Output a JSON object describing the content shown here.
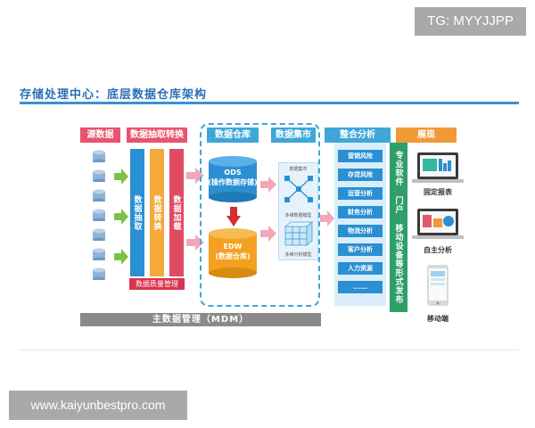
{
  "watermark_top": "TG: MYYJJPP",
  "watermark_bottom": "www.kaiyunbestpro.com",
  "title": "存储处理中心：底层数据仓库架构",
  "headers": {
    "source": "源数据",
    "etl": "数据抽取转换",
    "warehouse": "数据仓库",
    "mart": "数据集市",
    "analysis": "整合分析",
    "show": "展现"
  },
  "etl_steps": [
    "数据抽取",
    "数据转换",
    "数据加载"
  ],
  "data_quality": "数据质量管理",
  "mdm": "主数据管理（MDM）",
  "ods": {
    "name": "ODS",
    "desc": "(操作数据存储)"
  },
  "edw": {
    "name": "EDW",
    "desc": "(数据仓库)"
  },
  "mart": {
    "top_label": "数据集市",
    "mid_label": "多维数据模型",
    "bottom_label": "多维分析模型"
  },
  "analysis_items": [
    "营销风险",
    "存贷风险",
    "运营分析",
    "财务分析",
    "物流分析",
    "客户分析",
    "人力资源",
    "......"
  ],
  "portal": "专业软件 门户 移动设备等形式发布",
  "show_items": [
    "固定报表",
    "自主分析",
    "移动端"
  ],
  "colors": {
    "source": "#e8536f",
    "etl": "#e8536f",
    "warehouse": "#3ea7d8",
    "mart": "#3ea7d8",
    "analysis": "#3ea7d8",
    "show": "#f09a37",
    "extract": "#2b8fd3",
    "transform": "#f4a93b",
    "load": "#e04a63",
    "ods": "#2b8fd3",
    "edw": "#f4a020",
    "arrow_green": "#7dc243",
    "arrow_red": "#d32f2f",
    "arrow_pink": "#f2a7b6"
  }
}
